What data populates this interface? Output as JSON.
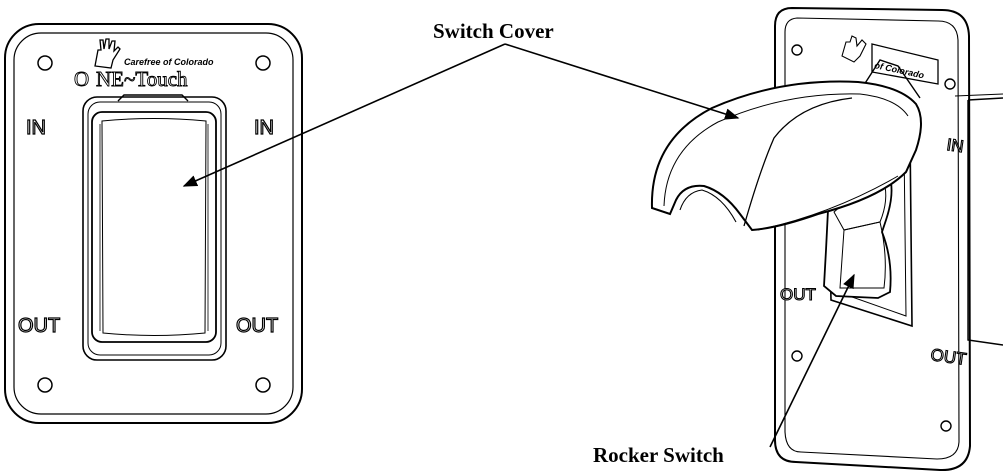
{
  "callouts": {
    "switch_cover": "Switch Cover",
    "rocker_switch": "Rocker Switch"
  },
  "front_view": {
    "brand": "Carefree of Colorado",
    "model_initial": "O",
    "model_rest": "NE~Touch",
    "label_in": "IN",
    "label_out": "OUT"
  },
  "angled_view": {
    "brand": "of Colorado",
    "label_in": "IN",
    "label_out": "OUT"
  }
}
